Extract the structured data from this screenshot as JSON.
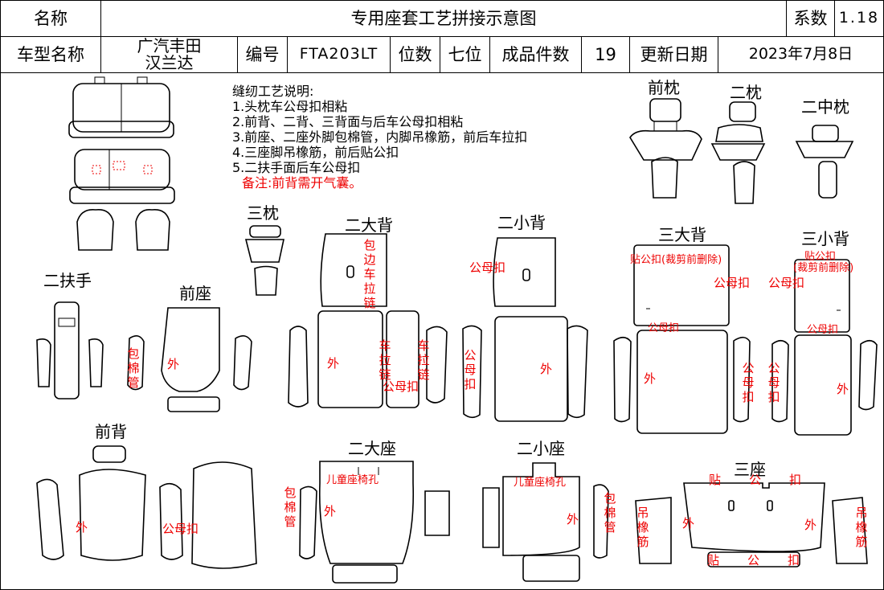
{
  "header": {
    "name_label": "名称",
    "title": "专用座套工艺拼接示意图",
    "coef_label": "系数",
    "coef_value": "1.18",
    "model_label": "车型名称",
    "model_line1": "广汽丰田",
    "model_line2": "汉兰达",
    "code_label": "编号",
    "code_value": "FTA203LT",
    "seats_label": "位数",
    "seats_value": "七位",
    "pieces_label": "成品件数",
    "pieces_value": "19",
    "date_label": "更新日期",
    "date_value": "2023年7月8日"
  },
  "notes": {
    "title": "缝纫工艺说明:",
    "items": [
      "1.头枕车公母扣相粘",
      "2.前背、二背、三背面与后车公母扣相粘",
      "3.前座、二座外脚包棉管，内脚吊橡筋，前后车拉扣",
      "4.三座脚吊橡筋，前后贴公扣",
      "5.二扶手面后车公母扣"
    ],
    "remark": "备注:前背需开气囊。"
  },
  "sections": {
    "front_headrest": "前枕",
    "second_headrest": "二枕",
    "second_mid_headrest": "二中枕",
    "third_headrest": "三枕",
    "second_big_back": "二大背",
    "second_small_back": "二小背",
    "third_big_back": "三大背",
    "third_small_back": "三小背",
    "second_armrest": "二扶手",
    "front_seat": "前座",
    "front_back": "前背",
    "second_big_seat": "二大座",
    "second_small_seat": "二小座",
    "third_seat": "三座"
  },
  "annotations": {
    "outer": "外",
    "piping": "包棉管",
    "edge_zip": "包边车拉链",
    "zip": "车拉链",
    "snap": "公母扣",
    "snap_cut": "贴公扣(裁剪前删除)",
    "snap_cut2_a": "贴公扣",
    "snap_cut2_b": "(裁剪前删除)",
    "snap_short": "公母扣",
    "elastic": "吊橡筋",
    "child_seat": "儿童座椅孔",
    "stick": "贴",
    "male": "公",
    "buckle": "扣"
  }
}
